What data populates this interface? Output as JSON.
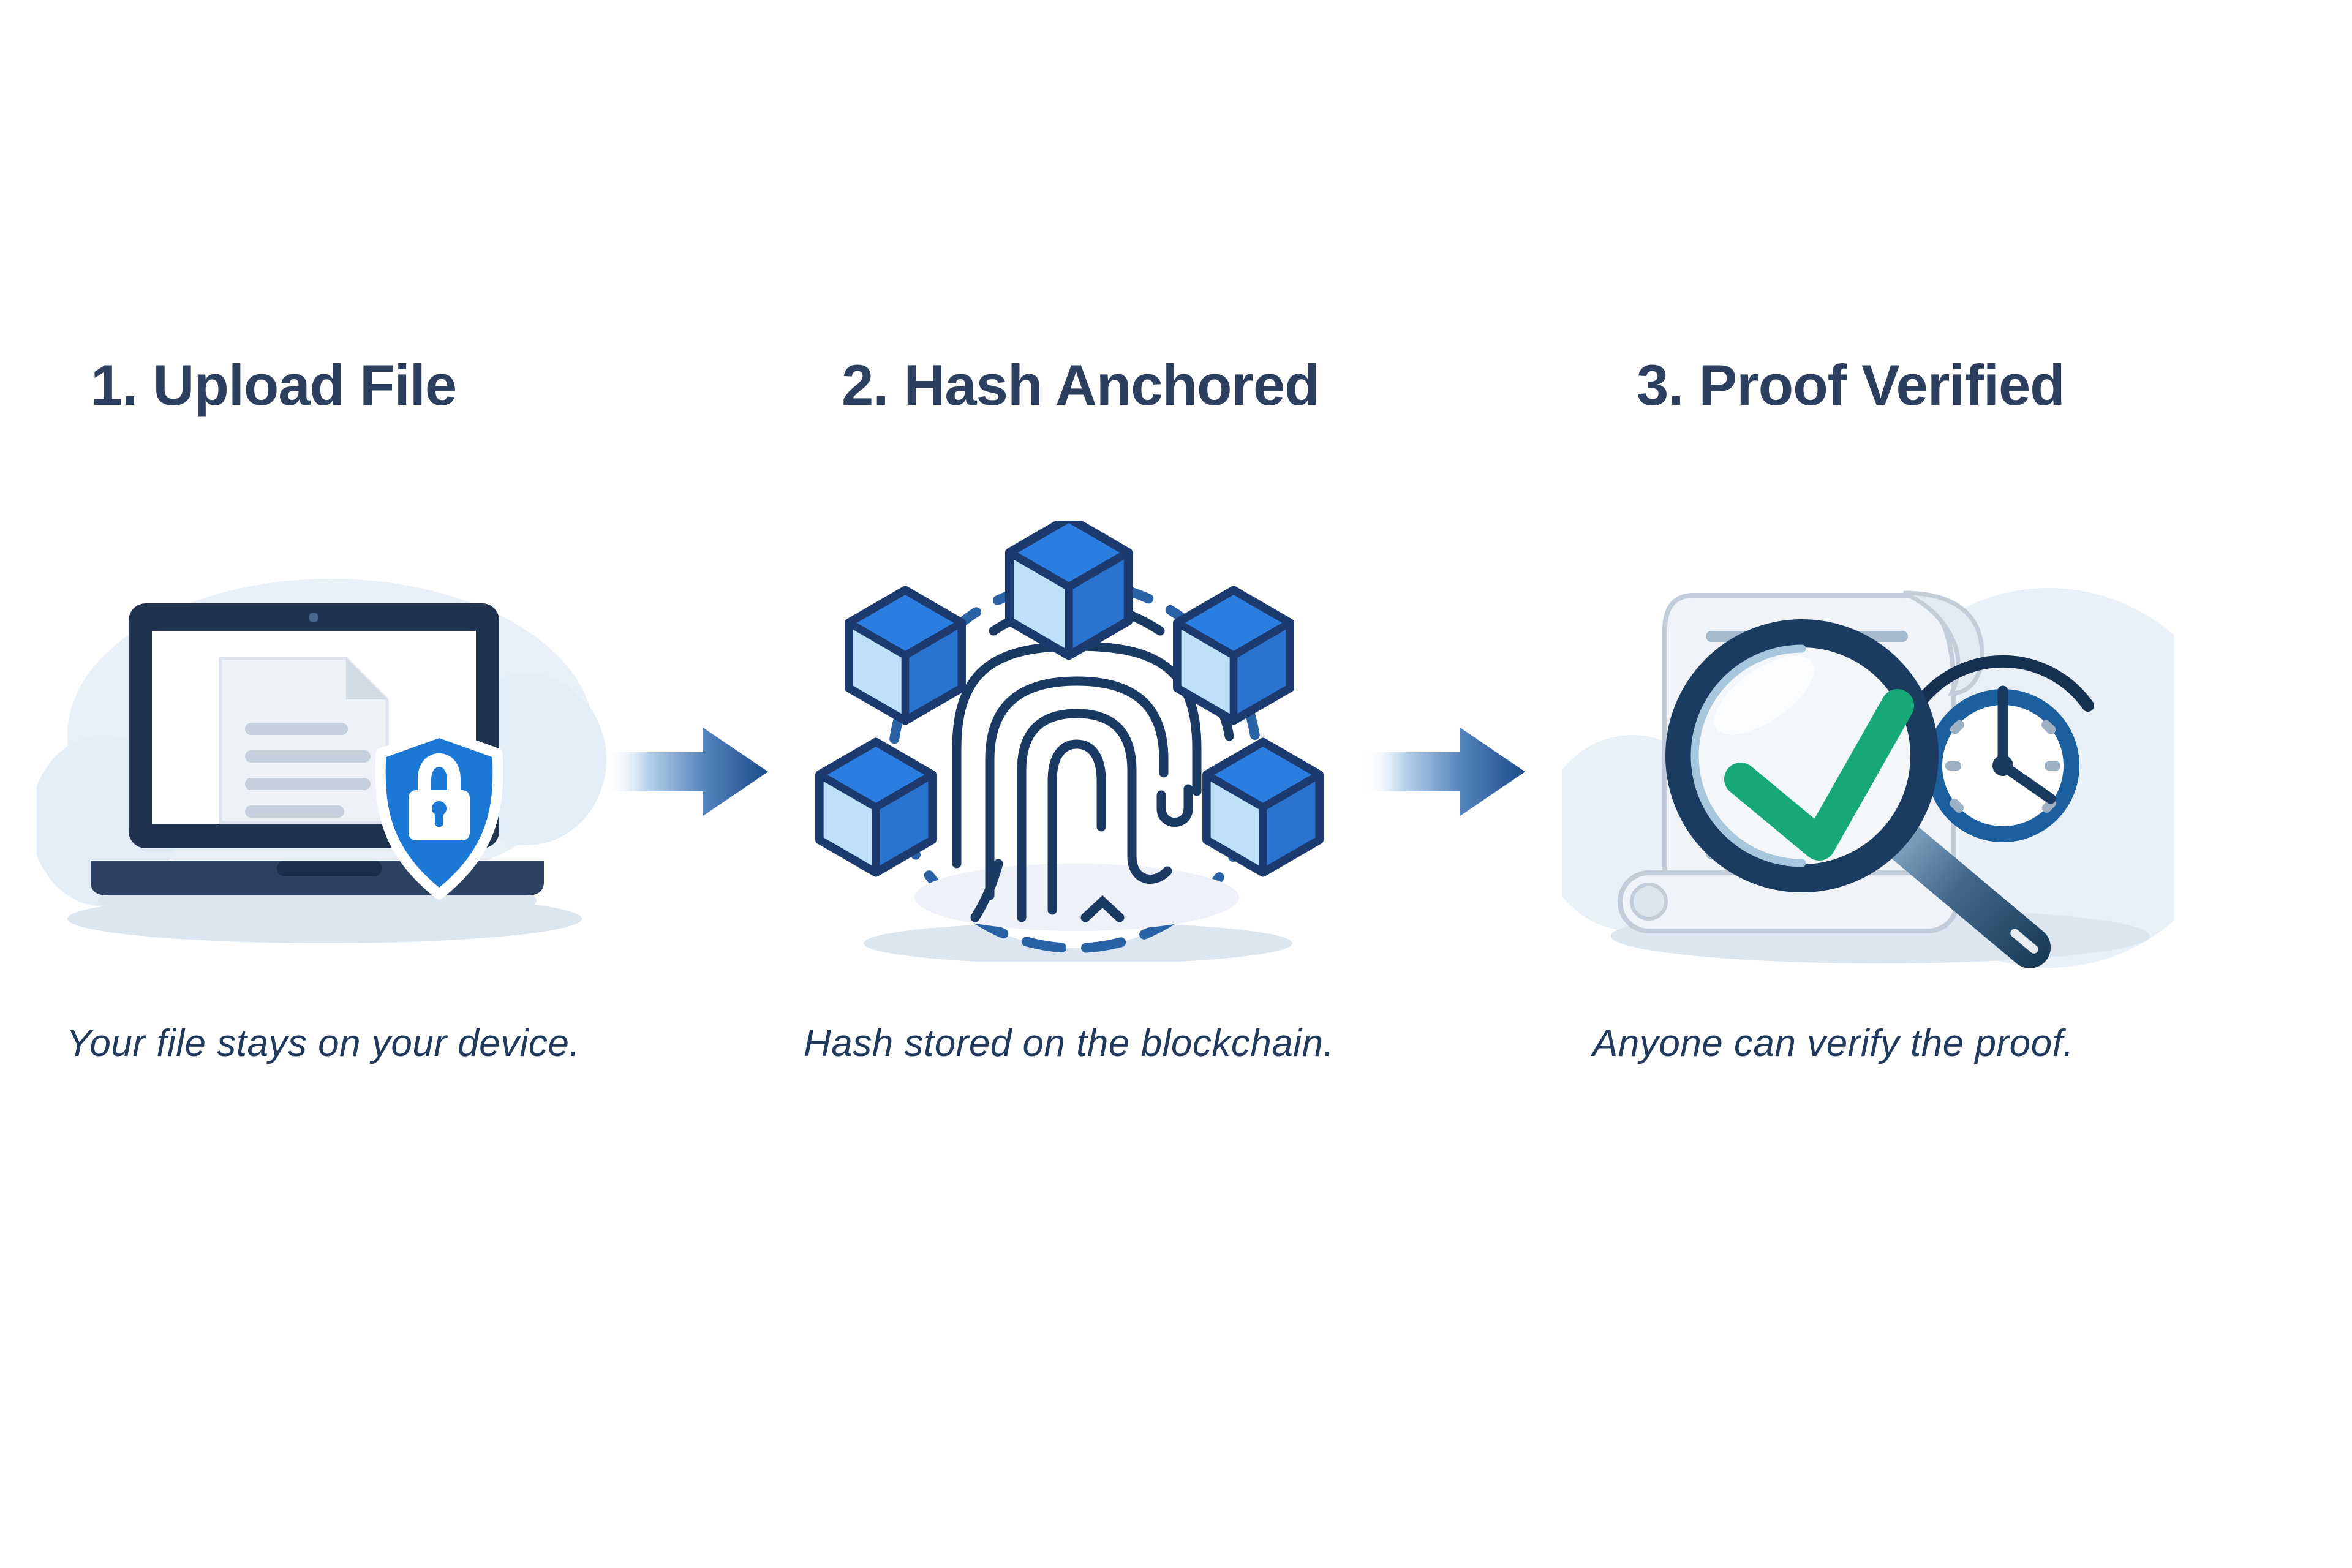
{
  "diagram": {
    "type": "three-step process diagram",
    "steps": [
      {
        "title": "1. Upload File",
        "caption": "Your file stays on your device.",
        "illustration": "laptop-document-shield-lock",
        "icons": [
          "laptop-icon",
          "document-icon",
          "shield-lock-icon"
        ]
      },
      {
        "title": "2. Hash Anchored",
        "caption": "Hash stored on the blockchain.",
        "illustration": "blockchain-cubes-fingerprint",
        "icons": [
          "blockchain-cube-icon",
          "fingerprint-icon",
          "dashed-ring-icon"
        ]
      },
      {
        "title": "3. Proof Verified",
        "caption": "Anyone can verify the proof.",
        "illustration": "scroll-magnifier-check-clock",
        "icons": [
          "scroll-icon",
          "magnifier-icon",
          "check-icon",
          "clock-icon"
        ]
      }
    ],
    "arrows": [
      {
        "name": "arrow-step-1-to-2",
        "direction": "right"
      },
      {
        "name": "arrow-step-2-to-3",
        "direction": "right"
      }
    ]
  },
  "colors": {
    "heading_text": "#2d3f5f",
    "caption_text": "#20395c",
    "outline_navy": "#1d3a6e",
    "cube_blue": "#2b7de0",
    "cube_blue_dark": "#2a74cf",
    "cube_light": "#bfe0f8",
    "dashed_ring": "#2a62a6",
    "fingerprint": "#1b3a63",
    "shield_blue": "#1b78d4",
    "laptop_bezel": "#20344f",
    "laptop_base": "#2c4160",
    "laptop_notch": "#1c2f4a",
    "doc_fill": "#eef1f6",
    "doc_fold": "#d2dae4",
    "doc_line": "#c6d0dc",
    "blob": "#e9f0f8",
    "blob_alt": "#e3edf7",
    "shadow": "#dce6f1",
    "paper": "#f0f4f8",
    "paper_stroke": "#c3cdd9",
    "paper_line": "#a6bace",
    "magnifier_rim": "#1c3b60",
    "magnifier_highlight": "#a8c6dc",
    "lens_fill": "#f4f7fa",
    "handle_light": "#8fb3cf",
    "handle_dark": "#173a57",
    "check_green": "#17a878",
    "clock_ring": "#1c5f9f",
    "clock_hand": "#1b3a5f",
    "clock_tick": "#9db0c4",
    "clock_arc": "#16304f",
    "arrow_light": "#b9d3ec",
    "arrow_mid": "#5585bd",
    "arrow_dark": "#1c4b8b"
  }
}
